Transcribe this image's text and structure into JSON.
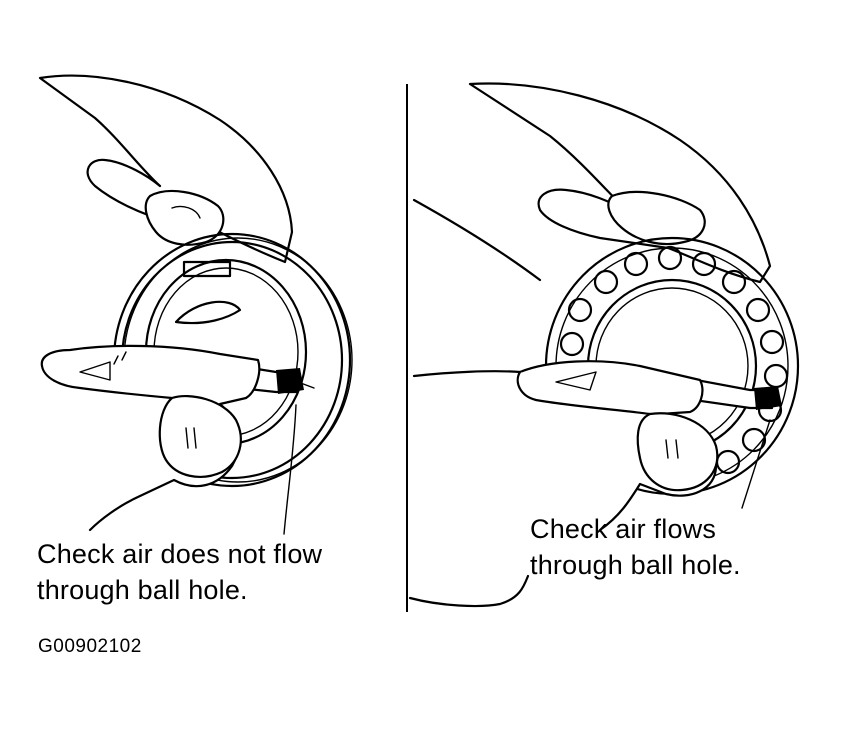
{
  "panels": [
    {
      "id": "left",
      "caption_lines": [
        "Check air does not flow",
        "through ball hole."
      ]
    },
    {
      "id": "right",
      "caption_lines": [
        "Check air flows",
        "through ball hole."
      ]
    }
  ],
  "figure_id": "G00902102"
}
